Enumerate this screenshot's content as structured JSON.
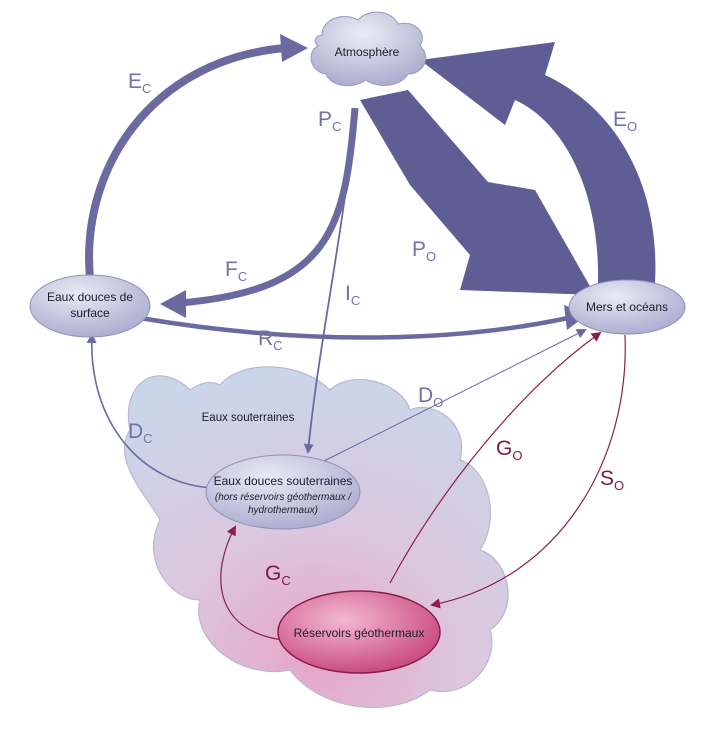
{
  "nodes": {
    "atmosphere": "Atmosphère",
    "surface_water": [
      "Eaux douces de",
      "surface"
    ],
    "seas": "Mers et océans",
    "groundwater_zone": "Eaux souterraines",
    "fresh_groundwater": [
      "Eaux douces souterraines",
      "(hors réservoirs géothermaux /",
      "hydrothermaux)"
    ],
    "geothermal": "Réservoirs géothermaux"
  },
  "flows": {
    "Ec": {
      "main": "E",
      "sub": "C"
    },
    "Pc": {
      "main": "P",
      "sub": "C"
    },
    "Eo": {
      "main": "E",
      "sub": "O"
    },
    "Po": {
      "main": "P",
      "sub": "O"
    },
    "Fc": {
      "main": "F",
      "sub": "C"
    },
    "Ic": {
      "main": "I",
      "sub": "C"
    },
    "Rc": {
      "main": "R",
      "sub": "C"
    },
    "Dc": {
      "main": "D",
      "sub": "C"
    },
    "Do": {
      "main": "D",
      "sub": "O"
    },
    "Go": {
      "main": "G",
      "sub": "O"
    },
    "So": {
      "main": "S",
      "sub": "O"
    },
    "Gc": {
      "main": "G",
      "sub": "C"
    }
  },
  "colors": {
    "flow_blue": "#6a6aa0",
    "flow_dark": "#5e5e94",
    "label_blue": "#7272a6",
    "label_red": "#7a1a3e",
    "flow_red": "#8a1e4a"
  }
}
